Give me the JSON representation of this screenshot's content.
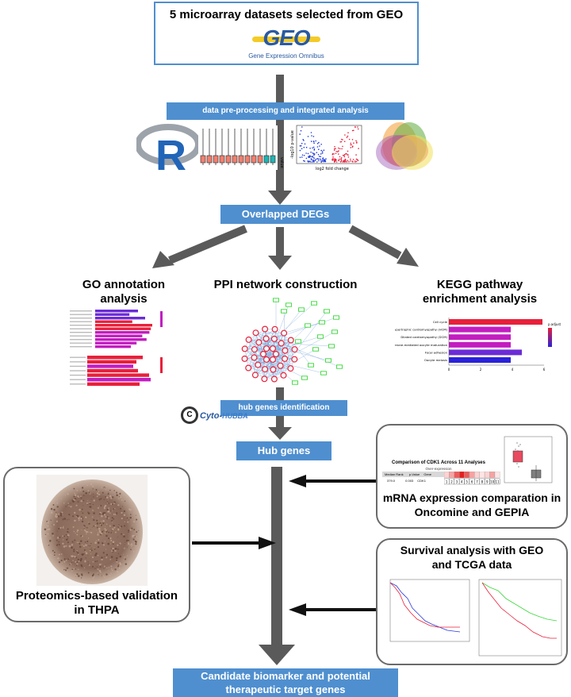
{
  "title_box": {
    "title": "5 microarray datasets selected from GEO",
    "logo_text": "GEO",
    "logo_subtitle": "Gene Expression Omnibus"
  },
  "steps": {
    "preprocess": "data pre-processing and integrated analysis",
    "overlapped": "Overlapped DEGs",
    "hub_ident": "hub genes identification",
    "hub_genes": "Hub genes",
    "candidate_line1": "Candidate biomarker and potential",
    "candidate_line2": "therapeutic target genes"
  },
  "preprocess_panel": {
    "r_logo": "R",
    "box_axis": "value",
    "volcano_ylabel": "-log10 p-value",
    "volcano_xlabel": "log2 fold change"
  },
  "analyses": {
    "go_line1": "GO annotation",
    "go_line2": "analysis",
    "ppi": "PPI network construction",
    "kegg_line1": "KEGG pathway",
    "kegg_line2": "enrichment analysis"
  },
  "kegg_chart": {
    "legend_title": "p.adjust",
    "terms": [
      "Cell cycle",
      "Hypertrophic cardiomyopathy (HCM)",
      "Dilated cardiomyopathy (DCM)",
      "Progesterone-mediated oocyte maturation",
      "Focal adhesion",
      "Oocyte meiosis"
    ],
    "ticks": [
      "0",
      "2",
      "4",
      "6"
    ]
  },
  "cytohubba": {
    "c": "C",
    "cyto": "Cyto-",
    "hubba": "HUBBA"
  },
  "mrna_panel": {
    "chart_title": "Comparison of CDK1 Across 11 Analyses",
    "chart_subtitle": "Over-expression",
    "col1": "Median Rank",
    "col2": "p-Value",
    "col3": "Gene",
    "row_rank": "379.0",
    "row_p": "0.003",
    "row_gene": "CDK1",
    "cells": [
      "1",
      "2",
      "3",
      "4",
      "5",
      "6",
      "7",
      "8",
      "9",
      "10",
      "11"
    ],
    "label_line1": "mRNA expression comparation in",
    "label_line2": "Oncomine and GEPIA"
  },
  "survival_panel": {
    "title_line1": "Survival analysis with GEO",
    "title_line2": "and TCGA data"
  },
  "thpa_panel": {
    "label_line1": "Proteomics-based validation",
    "label_line2": "in THPA"
  },
  "colors": {
    "blue": "#4f8fcf",
    "arrow": "#5a5a5a",
    "red": "#e8203a",
    "magenta": "#c21dc0",
    "purple": "#6b2bd6"
  }
}
